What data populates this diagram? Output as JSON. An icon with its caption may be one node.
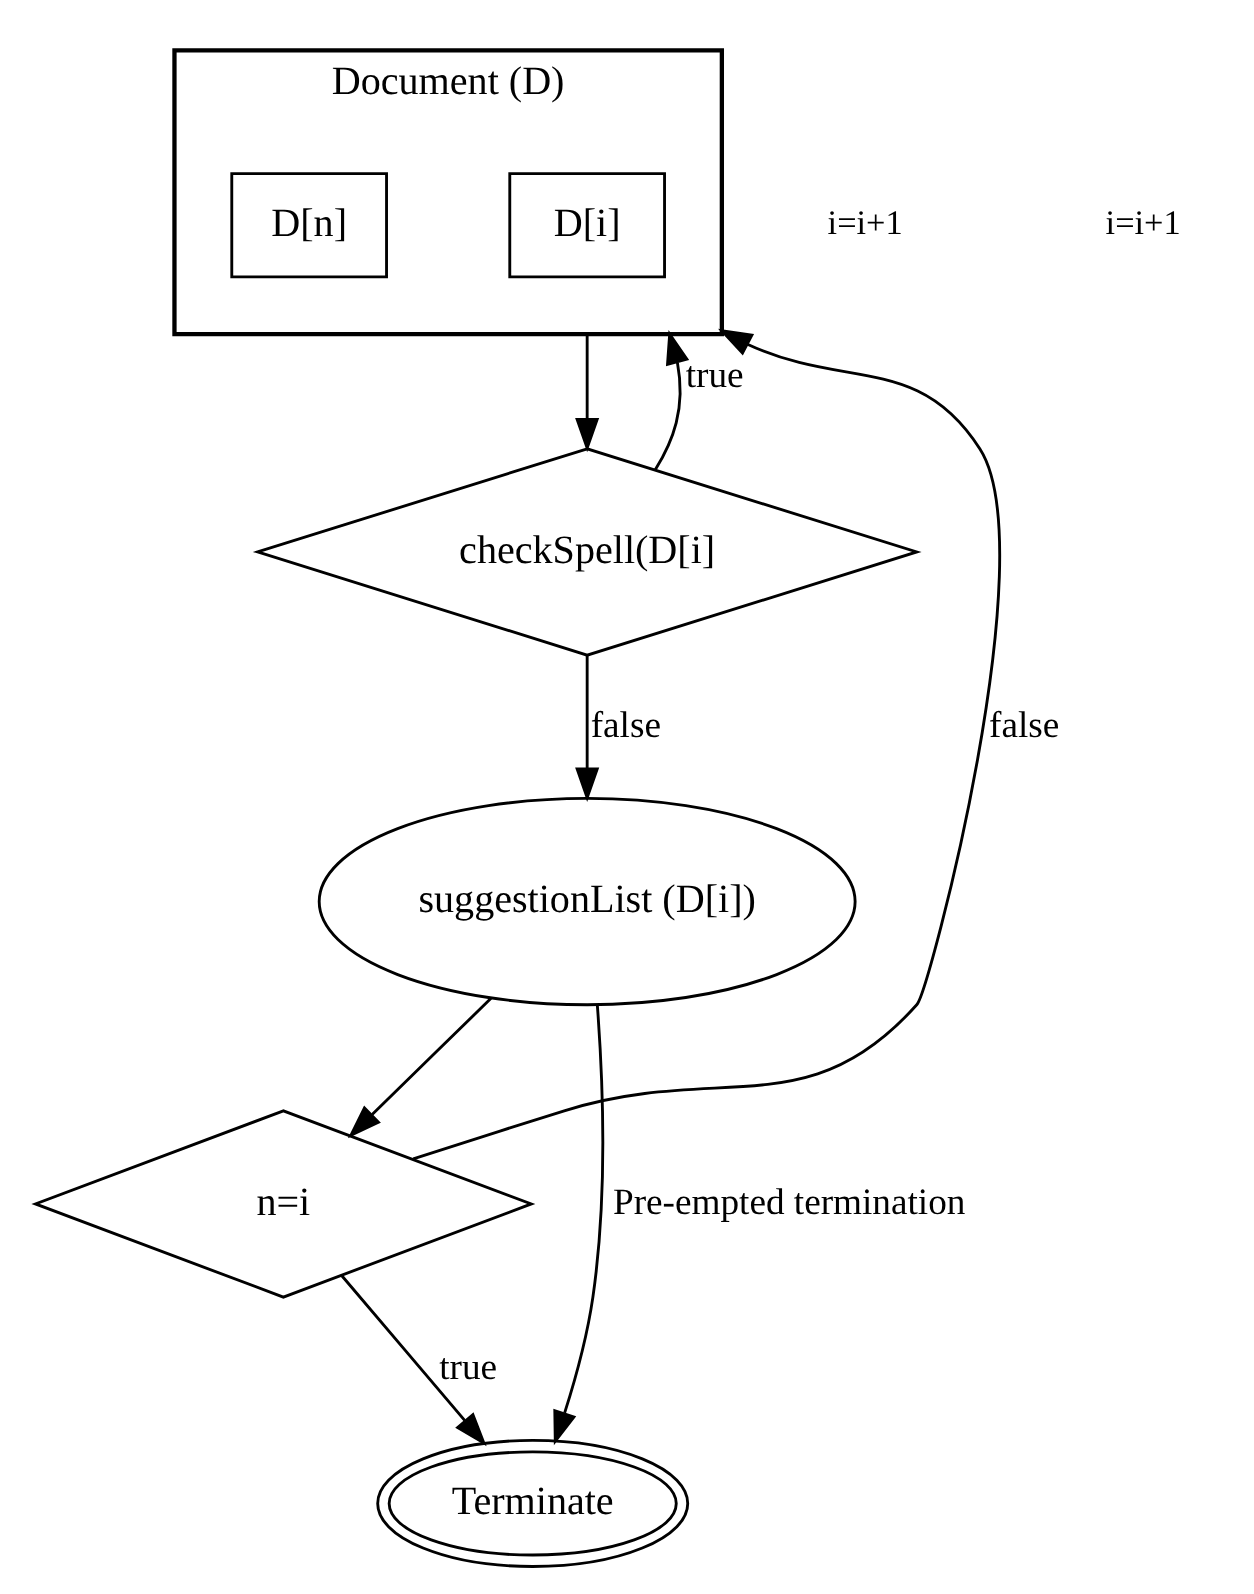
{
  "diagram": {
    "nodes": [
      {
        "text": [
          "Document (D)"
        ]
      },
      {
        "text": [
          "D[i]"
        ],
        "in": 0
      },
      {
        "text": [
          "D[n]"
        ],
        "in": 0
      },
      {
        "text": [
          "checkSpell(D[i]"
        ]
      },
      {
        "text": [
          "suggestionList (D[i])"
        ]
      },
      {
        "text": [
          "n=i"
        ]
      },
      {
        "text": [
          "Terminate"
        ]
      }
    ],
    "edges": [
      {
        "from": 0,
        "to": 3,
        "arrow": "to"
      },
      {
        "from": 3,
        "to": 0,
        "arrow": "to",
        "label": "true"
      },
      {
        "from": 3,
        "to": 4,
        "arrow": "to",
        "label": "false"
      },
      {
        "from": 4,
        "to": 5,
        "arrow": "to"
      },
      {
        "from": 5,
        "to": 0,
        "arrow": "to",
        "label": "false"
      },
      {
        "from": 5,
        "to": 6,
        "arrow": "to",
        "label": "true"
      },
      {
        "from": 4,
        "to": 6,
        "arrow": "to",
        "label": "Pre-empted termination"
      }
    ],
    "labels": [
      "i=i+1",
      "i=i+1"
    ]
  }
}
